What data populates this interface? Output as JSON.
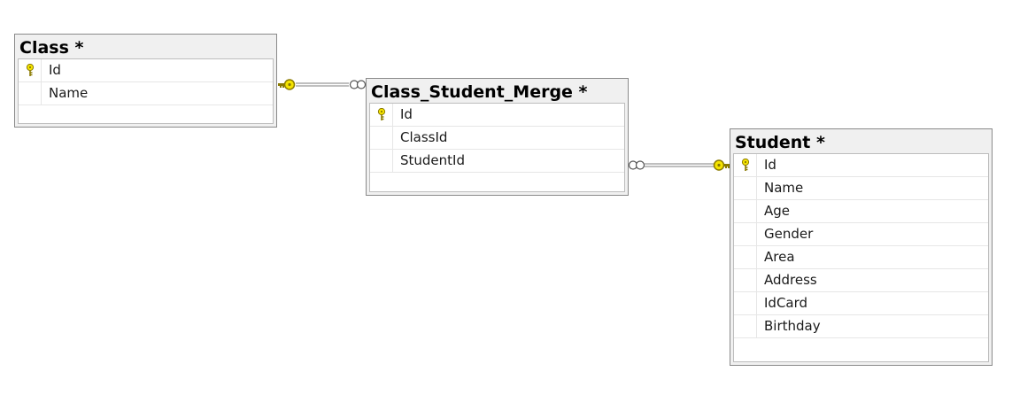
{
  "tables": {
    "class": {
      "title": "Class *",
      "columns": [
        {
          "name": "Id",
          "primary_key": true
        },
        {
          "name": "Name",
          "primary_key": false
        }
      ]
    },
    "merge": {
      "title": "Class_Student_Merge *",
      "columns": [
        {
          "name": "Id",
          "primary_key": true
        },
        {
          "name": "ClassId",
          "primary_key": false
        },
        {
          "name": "StudentId",
          "primary_key": false
        }
      ]
    },
    "student": {
      "title": "Student *",
      "columns": [
        {
          "name": "Id",
          "primary_key": true
        },
        {
          "name": "Name",
          "primary_key": false
        },
        {
          "name": "Age",
          "primary_key": false
        },
        {
          "name": "Gender",
          "primary_key": false
        },
        {
          "name": "Area",
          "primary_key": false
        },
        {
          "name": "Address",
          "primary_key": false
        },
        {
          "name": "IdCard",
          "primary_key": false
        },
        {
          "name": "Birthday",
          "primary_key": false
        }
      ]
    }
  },
  "relationships": [
    {
      "from": "Class",
      "to": "Class_Student_Merge",
      "from_end": "one-key",
      "to_end": "many-infinity"
    },
    {
      "from": "Class_Student_Merge",
      "to": "Student",
      "from_end": "many-infinity",
      "to_end": "one-key"
    }
  ],
  "colors": {
    "key_yellow": "#f5e400",
    "key_outline": "#8a7a00",
    "connector": "#7f7f7f"
  }
}
